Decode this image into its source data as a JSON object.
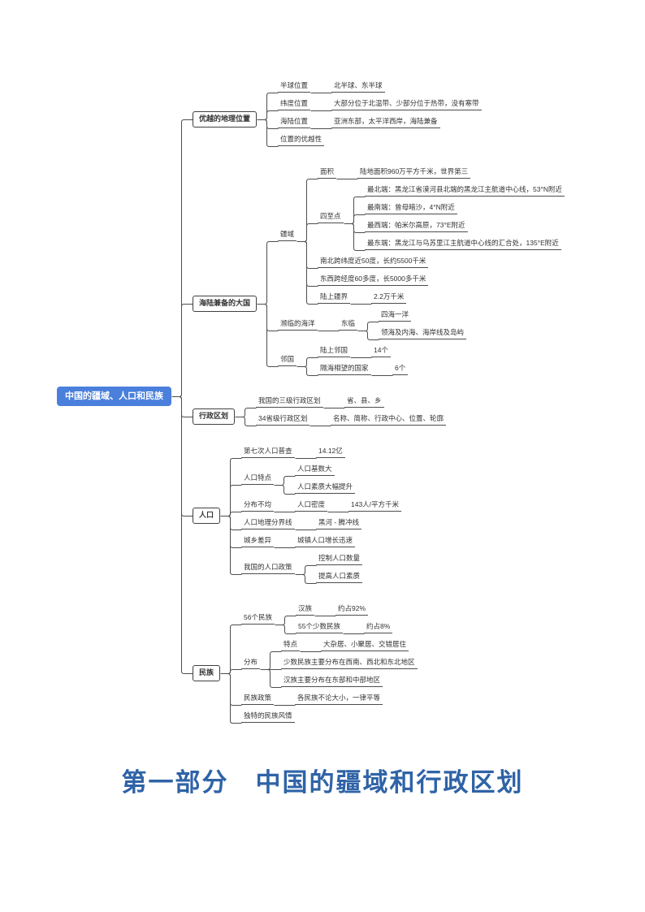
{
  "title": {
    "text": "第一部分　中国的疆域和行政区划",
    "color": "#2f63a7"
  },
  "colors": {
    "root_bg": "#4a7fdc",
    "root_text": "#ffffff",
    "line": "#4d4d4d",
    "box_border": "#404040",
    "text": "#333333"
  },
  "mindmap": {
    "root": {
      "label": "中国的疆域、人口和民族",
      "style": "root",
      "children": [
        {
          "label": "优越的地理位置",
          "style": "box",
          "children": [
            {
              "label": "半球位置",
              "children": [
                {
                  "label": "北半球、东半球"
                }
              ]
            },
            {
              "label": "纬度位置",
              "children": [
                {
                  "label": "大部分位于北温带、少部分位于热带，没有寒带"
                }
              ]
            },
            {
              "label": "海陆位置",
              "children": [
                {
                  "label": "亚洲东部，太平洋西岸，海陆兼备"
                }
              ]
            },
            {
              "label": "位置的优越性"
            }
          ]
        },
        {
          "label": "海陆兼备的大国",
          "style": "box",
          "children": [
            {
              "label": "疆域",
              "children": [
                {
                  "label": "面积",
                  "children": [
                    {
                      "label": "陆地面积960万平方千米，世界第三"
                    }
                  ]
                },
                {
                  "label": "四至点",
                  "children": [
                    {
                      "label": "最北端：黑龙江省漠河县北端的黑龙江主航道中心线，53°N附近"
                    },
                    {
                      "label": "最南端：曾母暗沙，4°N附近"
                    },
                    {
                      "label": "最西端：帕米尔高原，73°E附近"
                    },
                    {
                      "label": "最东端：黑龙江与乌苏里江主航道中心线的汇合处，135°E附近"
                    }
                  ]
                },
                {
                  "label": "南北跨纬度近50度，长约5500千米"
                },
                {
                  "label": "东西跨经度60多度，长5000多千米"
                },
                {
                  "label": "陆上疆界",
                  "children": [
                    {
                      "label": "2.2万千米"
                    }
                  ]
                }
              ]
            },
            {
              "label": "濒临的海洋",
              "children": [
                {
                  "label": "东临",
                  "children": [
                    {
                      "label": "四海一洋"
                    },
                    {
                      "label": "领海及内海、海岸线及岛屿"
                    }
                  ]
                }
              ]
            },
            {
              "label": "邻国",
              "children": [
                {
                  "label": "陆上邻国",
                  "children": [
                    {
                      "label": "14个"
                    }
                  ]
                },
                {
                  "label": "隔海相望的国家",
                  "children": [
                    {
                      "label": "6个"
                    }
                  ]
                }
              ]
            }
          ]
        },
        {
          "label": "行政区划",
          "style": "box",
          "children": [
            {
              "label": "我国的三级行政区划",
              "children": [
                {
                  "label": "省、县、乡"
                }
              ]
            },
            {
              "label": "34省级行政区划",
              "children": [
                {
                  "label": "名称、简称、行政中心、位置、轮廓"
                }
              ]
            }
          ]
        },
        {
          "label": "人口",
          "style": "box",
          "children": [
            {
              "label": "第七次人口普查",
              "children": [
                {
                  "label": "14.12亿"
                }
              ]
            },
            {
              "label": "人口特点",
              "children": [
                {
                  "label": "人口基数大"
                },
                {
                  "label": "人口素质大幅提升"
                }
              ]
            },
            {
              "label": "分布不均",
              "children": [
                {
                  "label": "人口密度",
                  "children": [
                    {
                      "label": "143人/平方千米"
                    }
                  ]
                }
              ]
            },
            {
              "label": "人口地理分界线",
              "children": [
                {
                  "label": "黑河 - 腾冲线"
                }
              ]
            },
            {
              "label": "城乡差异",
              "children": [
                {
                  "label": "城镇人口增长迅速"
                }
              ]
            },
            {
              "label": "我国的人口政策",
              "children": [
                {
                  "label": "控制人口数量"
                },
                {
                  "label": "提高人口素质"
                }
              ]
            }
          ]
        },
        {
          "label": "民族",
          "style": "box",
          "children": [
            {
              "label": "56个民族",
              "children": [
                {
                  "label": "汉族",
                  "children": [
                    {
                      "label": "约占92%"
                    }
                  ]
                },
                {
                  "label": "55个少数民族",
                  "children": [
                    {
                      "label": "约占8%"
                    }
                  ]
                }
              ]
            },
            {
              "label": "分布",
              "children": [
                {
                  "label": "特点",
                  "children": [
                    {
                      "label": "大杂居、小聚居、交错居住"
                    }
                  ]
                },
                {
                  "label": "少数民族主要分布在西南、西北和东北地区"
                },
                {
                  "label": "汉族主要分布在东部和中部地区"
                }
              ]
            },
            {
              "label": "民族政策",
              "children": [
                {
                  "label": "各民族不论大小，一律平等"
                }
              ]
            },
            {
              "label": "独特的民族风情"
            }
          ]
        }
      ]
    }
  }
}
